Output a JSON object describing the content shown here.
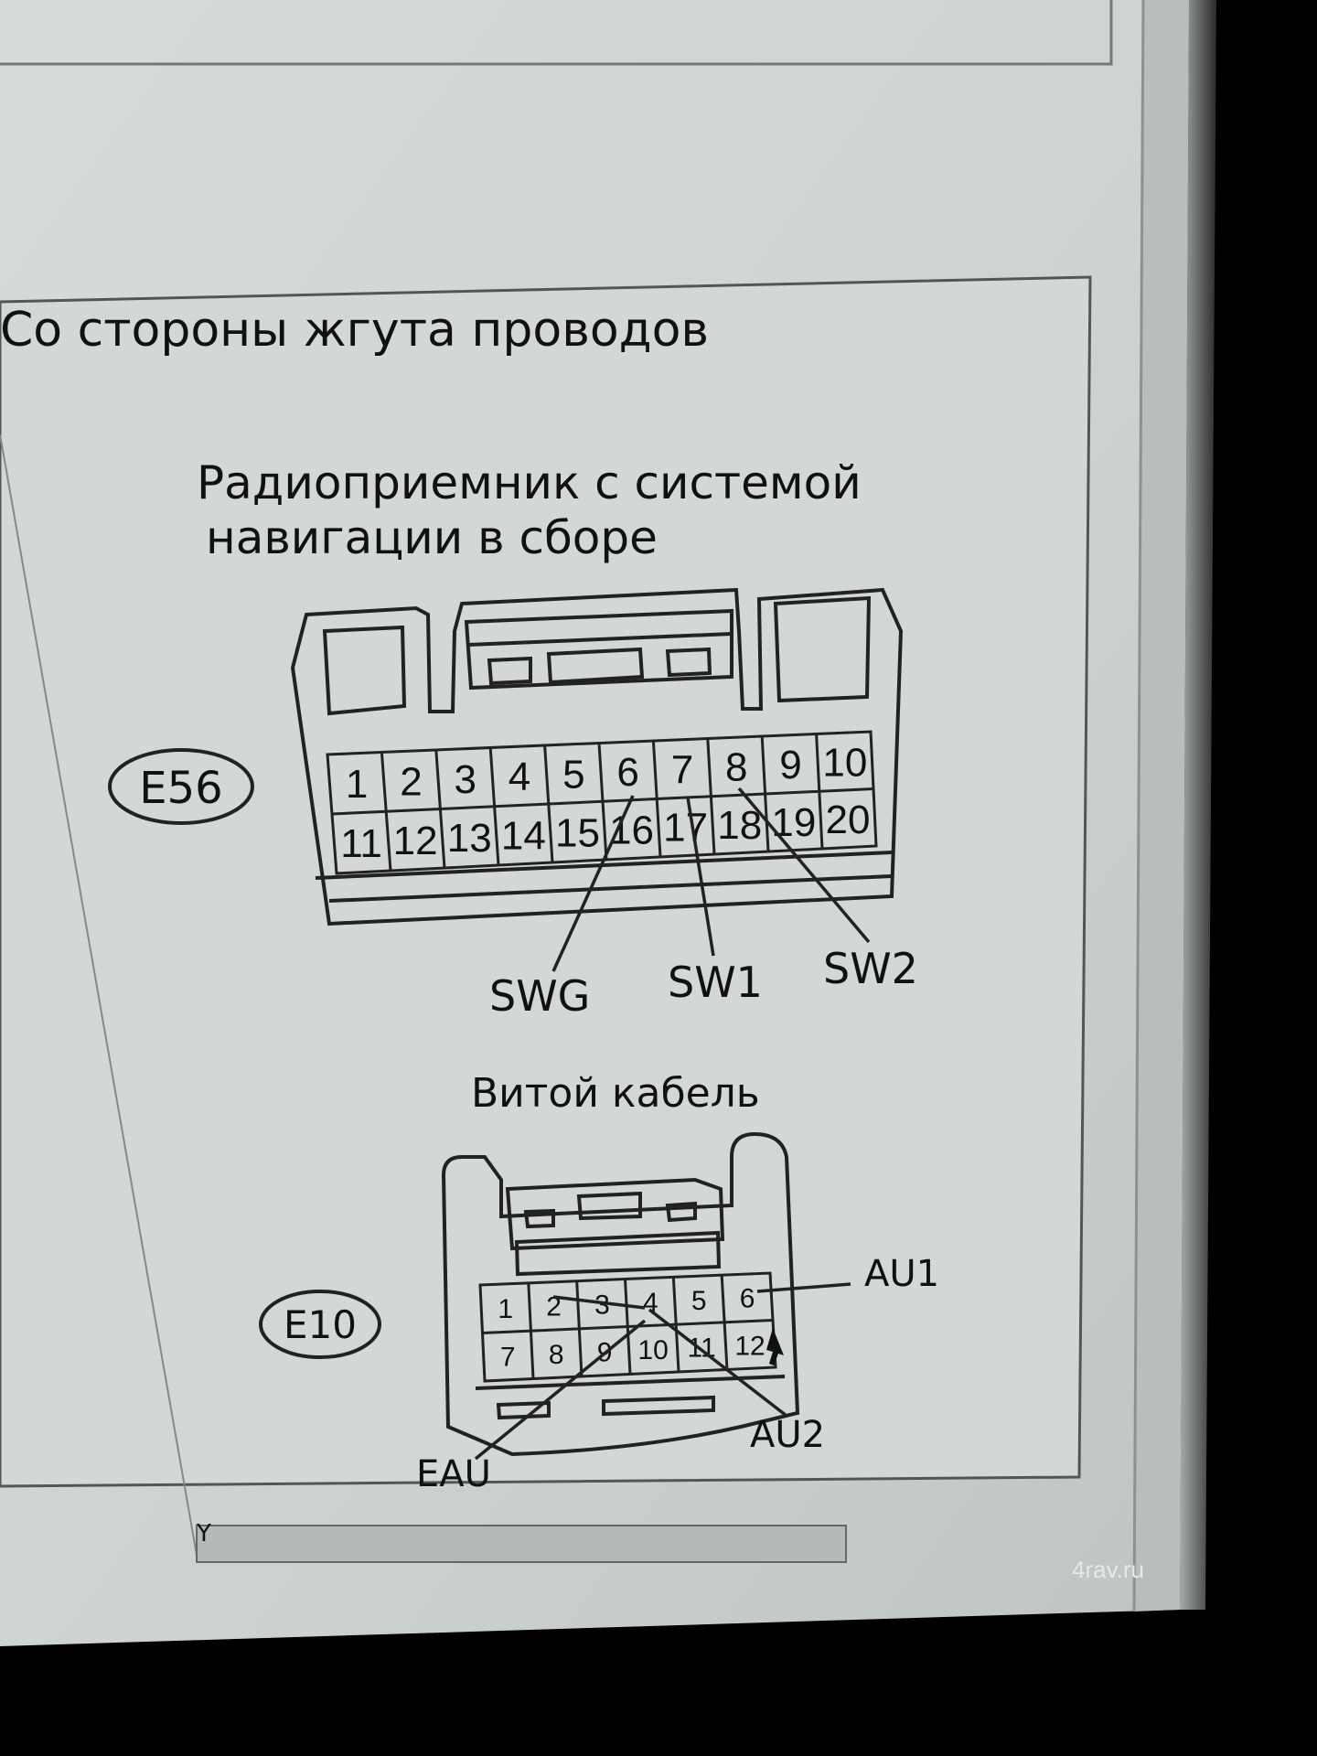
{
  "section_title": "Со стороны жгута проводов",
  "connector_e56": {
    "title_line1": "Радиоприемник с системой",
    "title_line2": "навигации в сборе",
    "code": "E56",
    "pins_row1": [
      "1",
      "2",
      "3",
      "4",
      "5",
      "6",
      "7",
      "8",
      "9",
      "10"
    ],
    "pins_row2": [
      "11",
      "12",
      "13",
      "14",
      "15",
      "16",
      "17",
      "18",
      "19",
      "20"
    ],
    "callouts": [
      "SWG",
      "SW1",
      "SW2"
    ]
  },
  "connector_e10": {
    "title": "Витой кабель",
    "code": "E10",
    "pins_row1": [
      "1",
      "2",
      "3",
      "4",
      "5",
      "6"
    ],
    "pins_row2": [
      "7",
      "8",
      "9",
      "10",
      "11",
      "12"
    ],
    "callouts": [
      "AU1",
      "AU2",
      "EAU"
    ]
  },
  "corner_mark": "Y",
  "watermark": "4rav.ru",
  "colors": {
    "paper": "#cfd4d0",
    "ink": "#111111",
    "background": "#000000"
  }
}
